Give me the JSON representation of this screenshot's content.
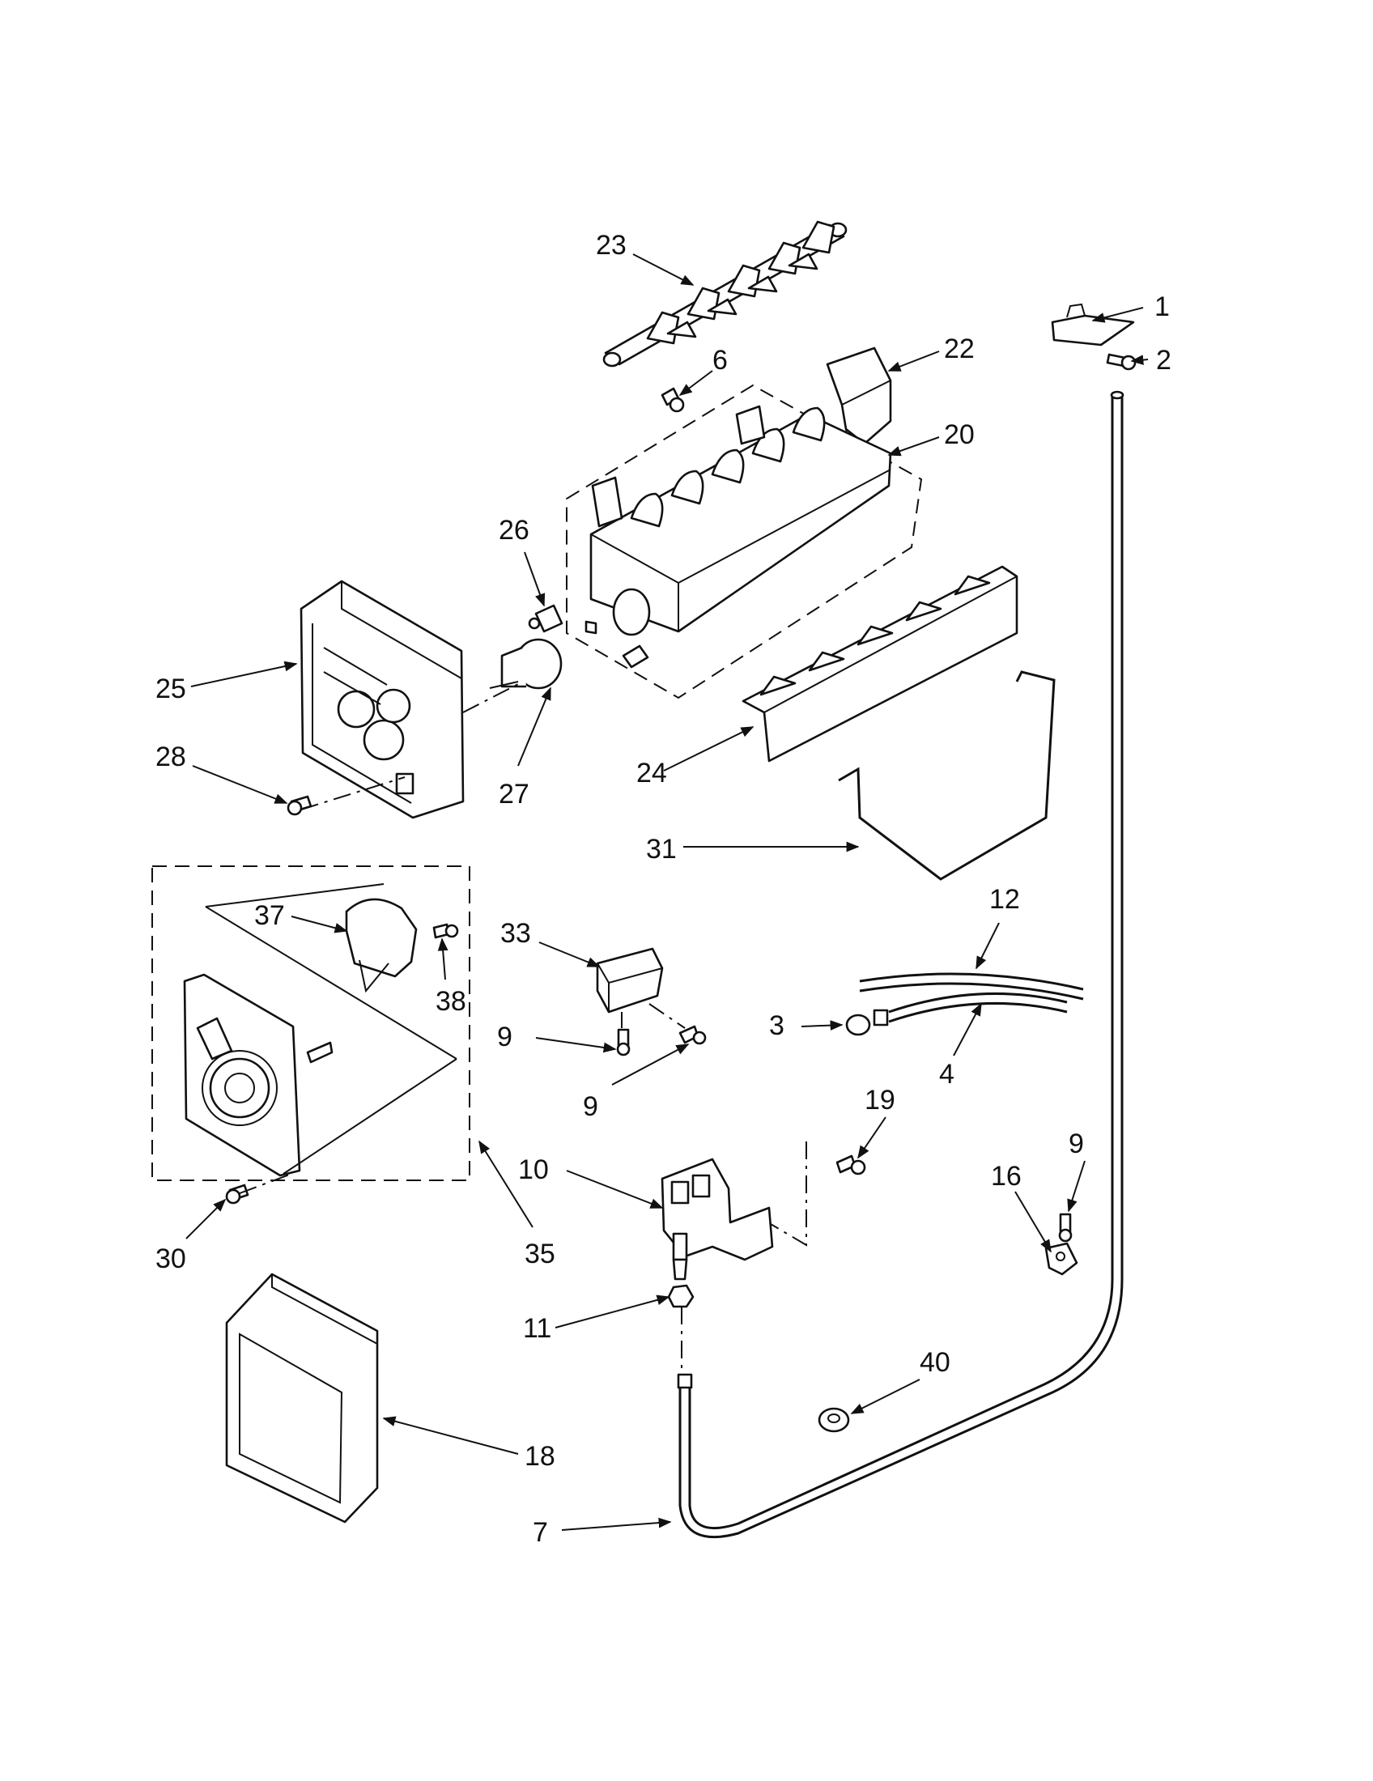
{
  "callouts": [
    {
      "id": "c1",
      "text": "1"
    },
    {
      "id": "c2",
      "text": "2"
    },
    {
      "id": "c3",
      "text": "3"
    },
    {
      "id": "c4",
      "text": "4"
    },
    {
      "id": "c6",
      "text": "6"
    },
    {
      "id": "c7",
      "text": "7"
    },
    {
      "id": "c9a",
      "text": "9"
    },
    {
      "id": "c9b",
      "text": "9"
    },
    {
      "id": "c9c",
      "text": "9"
    },
    {
      "id": "c10",
      "text": "10"
    },
    {
      "id": "c11",
      "text": "11"
    },
    {
      "id": "c12",
      "text": "12"
    },
    {
      "id": "c16",
      "text": "16"
    },
    {
      "id": "c18",
      "text": "18"
    },
    {
      "id": "c19",
      "text": "19"
    },
    {
      "id": "c20",
      "text": "20"
    },
    {
      "id": "c22",
      "text": "22"
    },
    {
      "id": "c23",
      "text": "23"
    },
    {
      "id": "c24",
      "text": "24"
    },
    {
      "id": "c25",
      "text": "25"
    },
    {
      "id": "c26",
      "text": "26"
    },
    {
      "id": "c27",
      "text": "27"
    },
    {
      "id": "c28",
      "text": "28"
    },
    {
      "id": "c30",
      "text": "30"
    },
    {
      "id": "c31",
      "text": "31"
    },
    {
      "id": "c33",
      "text": "33"
    },
    {
      "id": "c35",
      "text": "35"
    },
    {
      "id": "c37",
      "text": "37"
    },
    {
      "id": "c38",
      "text": "38"
    },
    {
      "id": "c40",
      "text": "40"
    }
  ]
}
